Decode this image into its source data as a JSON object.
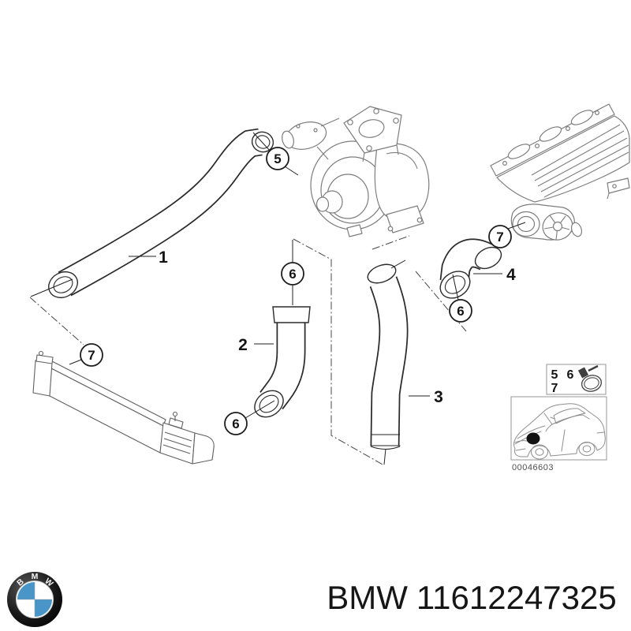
{
  "diagram": {
    "callouts": [
      "5",
      "6",
      "6",
      "6",
      "7",
      "7"
    ],
    "part_labels": [
      "1",
      "2",
      "3",
      "4"
    ],
    "legend": {
      "items": [
        "5",
        "6",
        "7"
      ],
      "clamp_icon": "hose-clamp"
    },
    "inset": {
      "image_code": "00046603"
    },
    "colors": {
      "hose_outline": "#2b2b2b",
      "machinery_line": "#7d7d7d",
      "chain_line": "#474747"
    }
  },
  "branding": {
    "logo_letters": [
      "B",
      "M",
      "W"
    ],
    "logo_blue": "#4a95c8"
  },
  "footer": {
    "brand": "BMW",
    "part_number": "11612247325"
  }
}
